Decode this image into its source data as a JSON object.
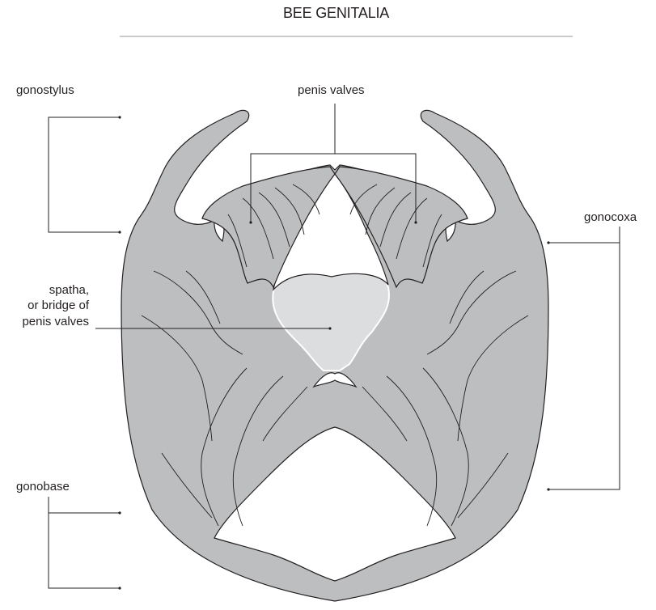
{
  "title": "BEE GENITALIA",
  "labels": {
    "gonostylus": "gonostylus",
    "penis_valves": "penis valves",
    "gonocoxa": "gonocoxa",
    "spatha_line1": "spatha,",
    "spatha_line2": "or bridge of",
    "spatha_line3": "penis valves",
    "gonobase": "gonobase"
  },
  "colors": {
    "body_fill": "#bcbec0",
    "spatha_fill": "#dcdddf",
    "outline": "#231f20",
    "leader": "#231f20",
    "rule": "#939598"
  }
}
